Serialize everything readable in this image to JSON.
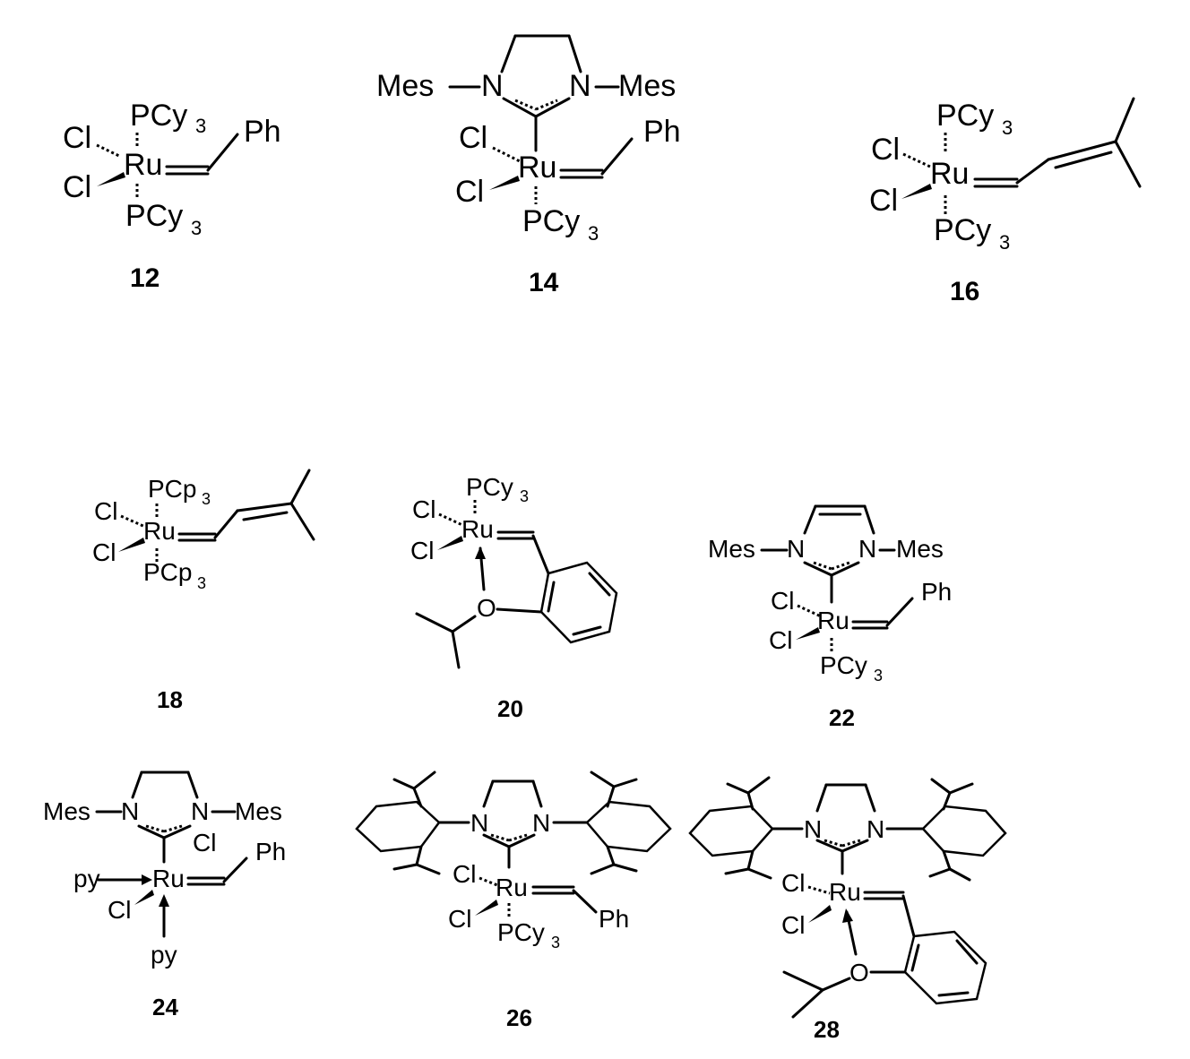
{
  "figure": {
    "type": "chemical-structures",
    "description": "Ruthenium olefin metathesis catalysts"
  },
  "compounds": [
    {
      "id": "12",
      "label": "12",
      "atoms": {
        "metal": "Ru",
        "cl1": "Cl",
        "cl2": "Cl",
        "top": "PCy",
        "top_sub": "3",
        "bottom": "PCy",
        "bottom_sub": "3",
        "carbene_sub": "Ph"
      }
    },
    {
      "id": "14",
      "label": "14",
      "atoms": {
        "metal": "Ru",
        "cl1": "Cl",
        "cl2": "Cl",
        "n1": "N",
        "n2": "N",
        "mes1": "Mes",
        "mes2": "Mes",
        "bottom": "PCy",
        "bottom_sub": "3",
        "carbene_sub": "Ph"
      }
    },
    {
      "id": "16",
      "label": "16",
      "atoms": {
        "metal": "Ru",
        "cl1": "Cl",
        "cl2": "Cl",
        "top": "PCy",
        "top_sub": "3",
        "bottom": "PCy",
        "bottom_sub": "3"
      }
    },
    {
      "id": "18",
      "label": "18",
      "atoms": {
        "metal": "Ru",
        "cl1": "Cl",
        "cl2": "Cl",
        "top": "PCp",
        "top_sub": "3",
        "bottom": "PCp",
        "bottom_sub": "3"
      }
    },
    {
      "id": "20",
      "label": "20",
      "atoms": {
        "metal": "Ru",
        "cl1": "Cl",
        "cl2": "Cl",
        "top": "PCy",
        "top_sub": "3",
        "oxygen": "O"
      }
    },
    {
      "id": "22",
      "label": "22",
      "atoms": {
        "metal": "Ru",
        "cl1": "Cl",
        "cl2": "Cl",
        "n1": "N",
        "n2": "N",
        "mes1": "Mes",
        "mes2": "Mes",
        "bottom": "PCy",
        "bottom_sub": "3",
        "carbene_sub": "Ph"
      }
    },
    {
      "id": "24",
      "label": "24",
      "atoms": {
        "metal": "Ru",
        "cl1": "Cl",
        "cl2": "Cl",
        "n1": "N",
        "n2": "N",
        "mes1": "Mes",
        "mes2": "Mes",
        "py1": "py",
        "py2": "py",
        "carbene_sub": "Ph"
      }
    },
    {
      "id": "26",
      "label": "26",
      "atoms": {
        "metal": "Ru",
        "cl1": "Cl",
        "cl2": "Cl",
        "n1": "N",
        "n2": "N",
        "bottom": "PCy",
        "bottom_sub": "3",
        "carbene_sub": "Ph"
      }
    },
    {
      "id": "28",
      "label": "28",
      "atoms": {
        "metal": "Ru",
        "cl1": "Cl",
        "cl2": "Cl",
        "n1": "N",
        "n2": "N",
        "oxygen": "O"
      }
    }
  ]
}
